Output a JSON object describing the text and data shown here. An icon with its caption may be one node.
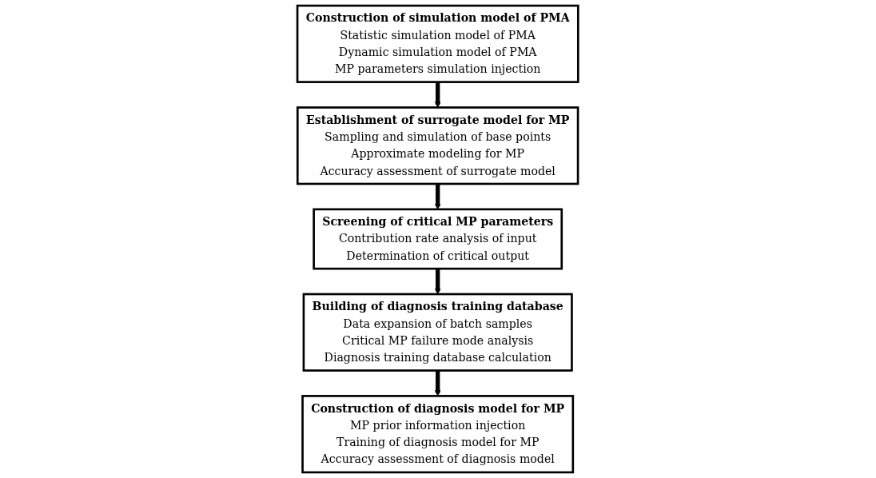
{
  "diagram": {
    "nodes": [
      {
        "text": [
          "Screening of critical MP parameters",
          "Contribution rate analysis of input",
          "Determination of critical output"
        ]
      },
      {
        "text": [
          "Establishment of surrogate model for MP",
          "Sampling and simulation of base points",
          "Approximate modeling for MP",
          "Accuracy assessment of surrogate model"
        ]
      },
      {
        "text": [
          "Building of diagnosis training database",
          "Data expansion of batch samples",
          "Critical MP failure mode analysis",
          "Diagnosis training database calculation"
        ]
      },
      {
        "text": [
          "Construction of simulation model of PMA",
          "Statistic simulation model of PMA",
          "Dynamic simulation model of PMA",
          "MP parameters simulation injection"
        ]
      },
      {
        "text": [
          "Construction of diagnosis model for MP",
          "MP prior information injection",
          "Training of diagnosis model for MP",
          "Accuracy assessment of diagnosis model"
        ]
      }
    ],
    "edges": [
      {
        "from": 0,
        "to": 2,
        "arrow": "to"
      },
      {
        "from": 2,
        "to": 4,
        "arrow": "to"
      },
      {
        "from": 3,
        "to": 1,
        "arrow": "to"
      },
      {
        "from": 1,
        "to": 0,
        "arrow": "to"
      }
    ]
  }
}
